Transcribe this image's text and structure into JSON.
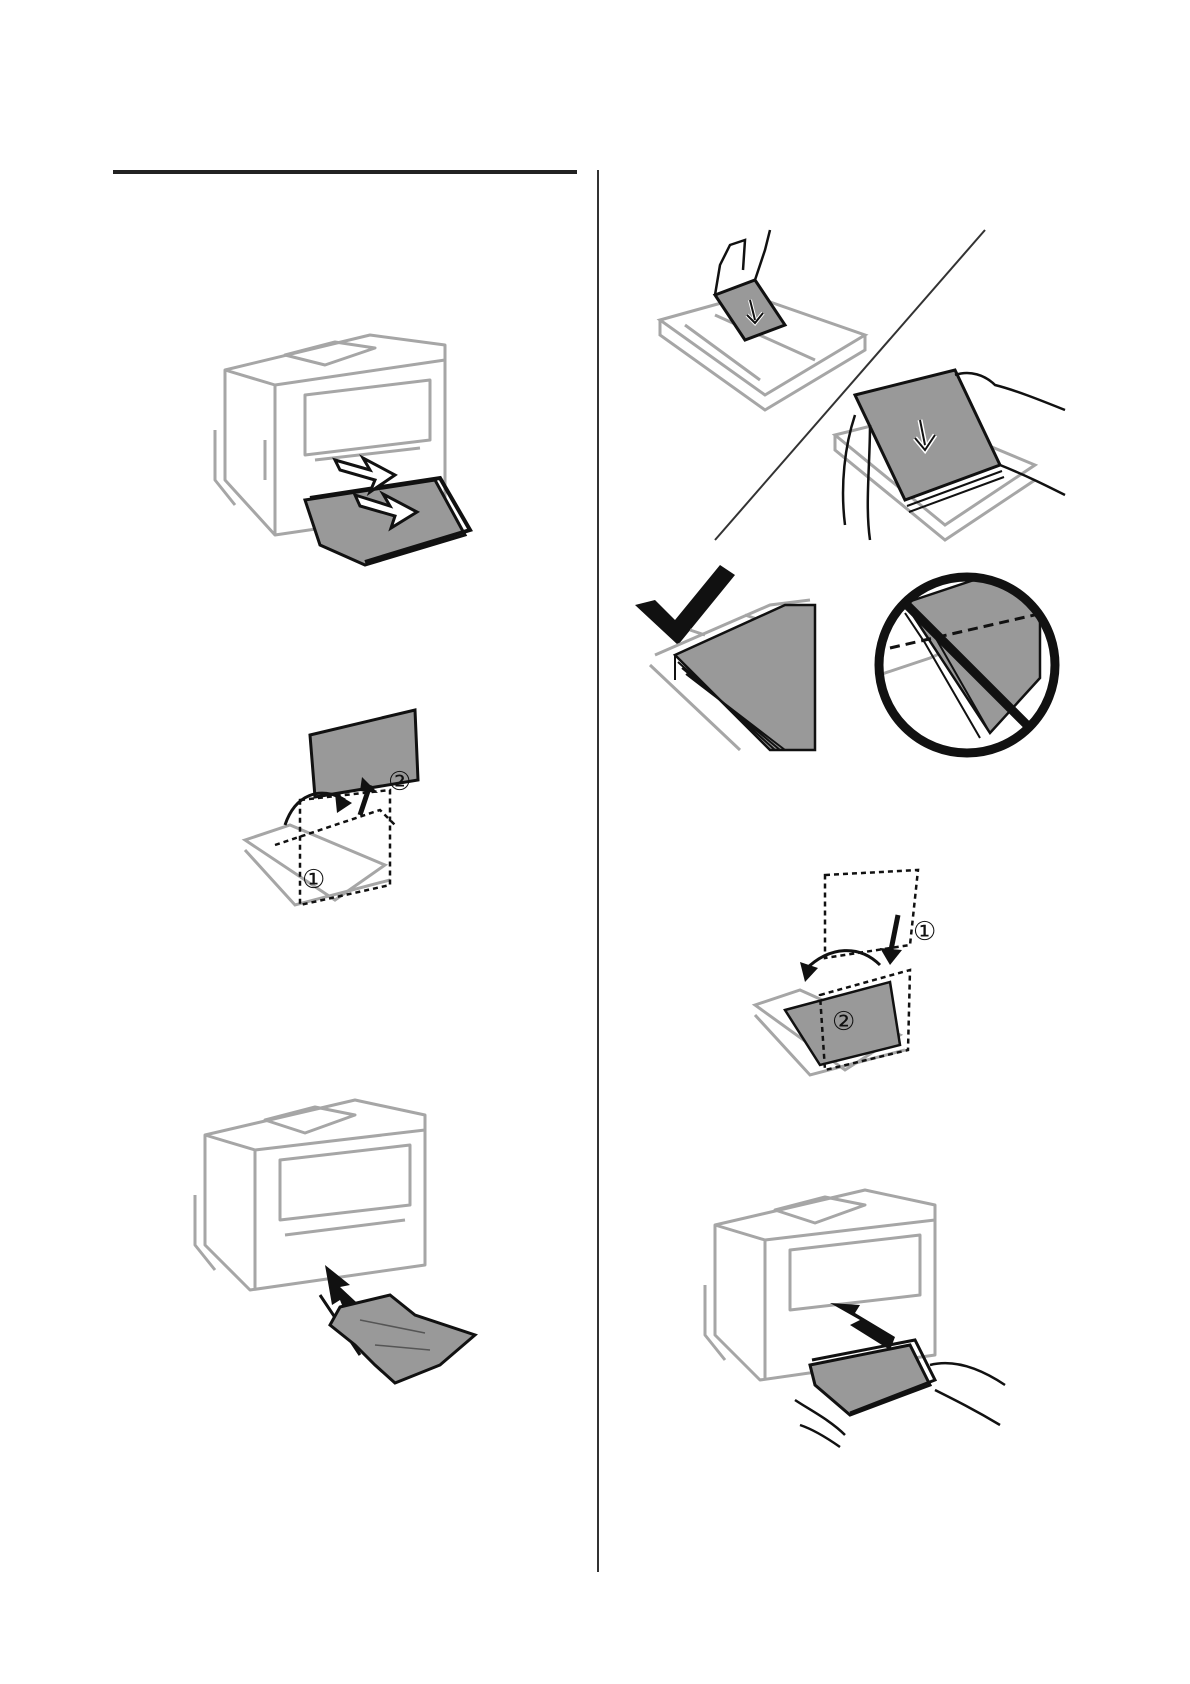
{
  "callouts": {
    "remove_cover_step1": "①",
    "remove_cover_step2": "②",
    "replace_cover_step1": "①",
    "replace_cover_step2": "②"
  },
  "colors": {
    "outline": "#a6a6a6",
    "paper_fill": "#999999",
    "ink": "#111111"
  },
  "icons": {
    "correct": "check-mark-icon",
    "incorrect": "prohibited-icon"
  }
}
